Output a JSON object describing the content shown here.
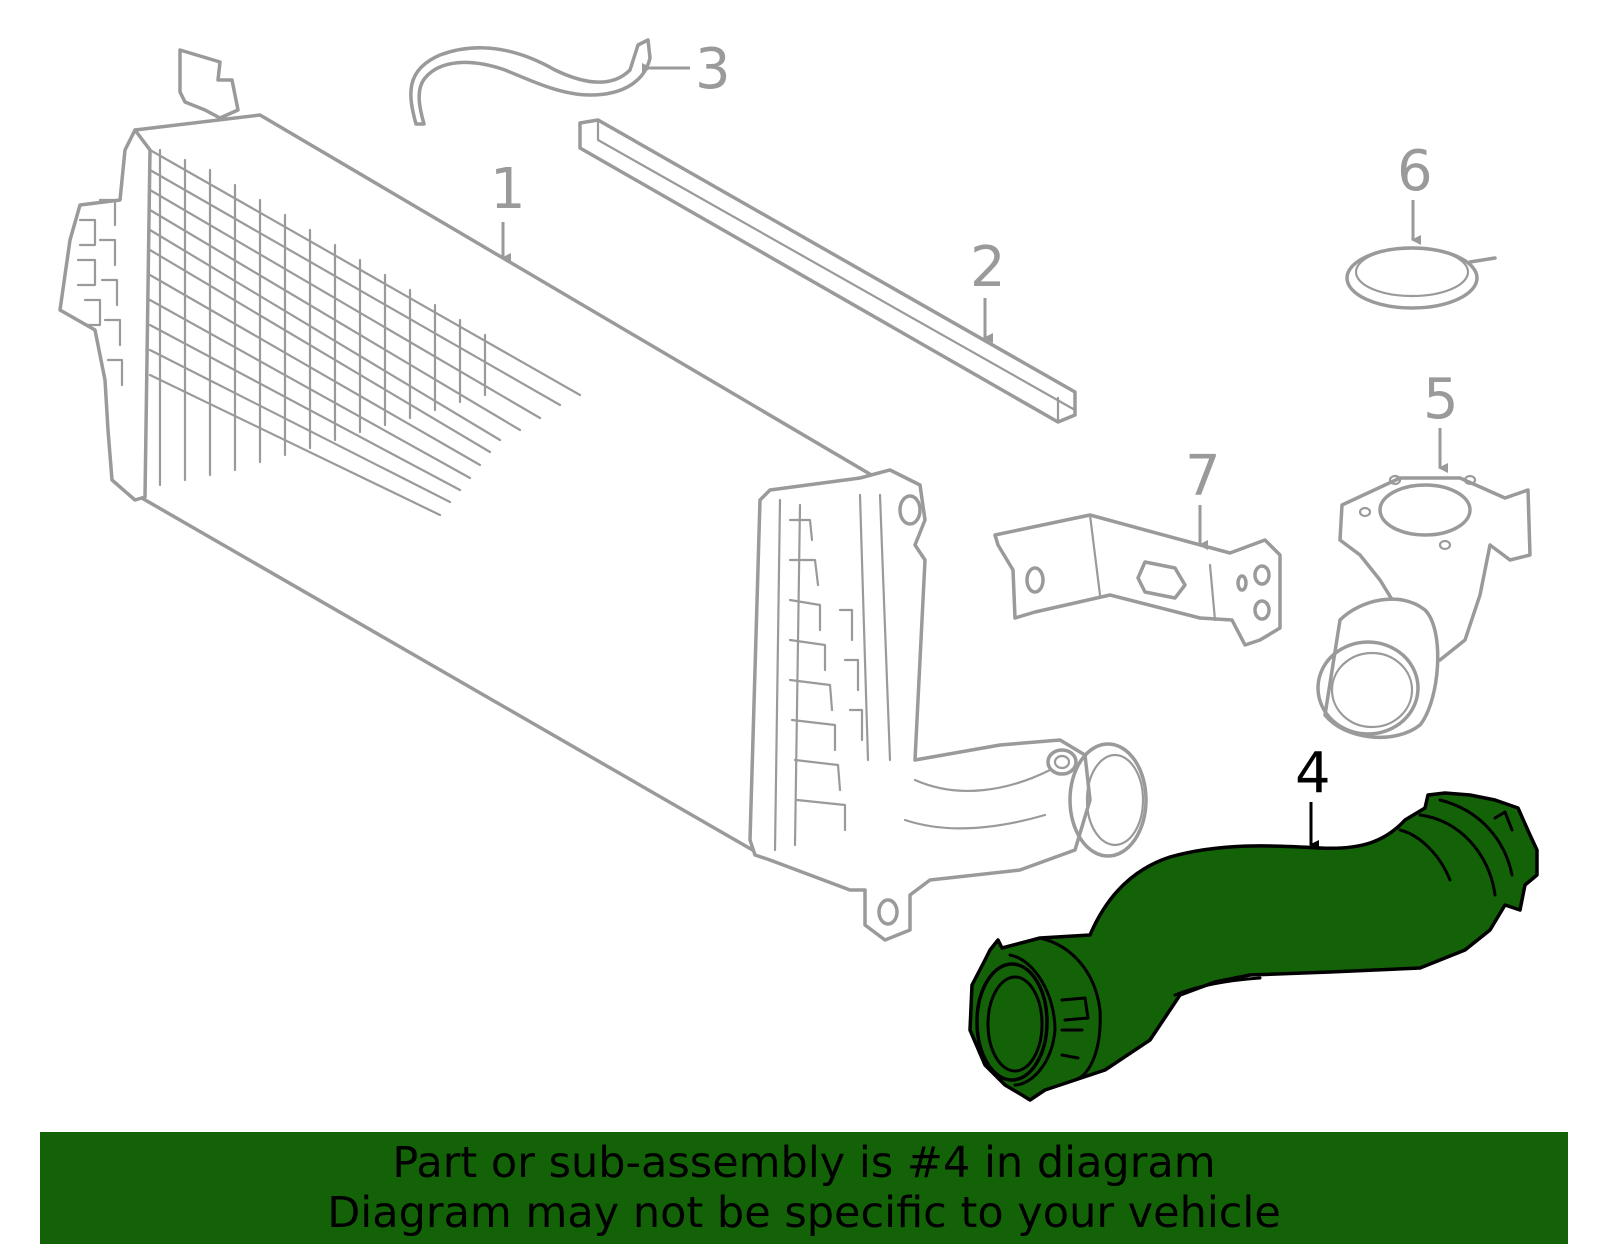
{
  "callouts": {
    "c1": "1",
    "c2": "2",
    "c3": "3",
    "c4": "4",
    "c5": "5",
    "c6": "6",
    "c7": "7"
  },
  "banner": {
    "line1": "Part or sub-assembly is #4 in diagram",
    "line2": "Diagram may not be specific to your vehicle"
  },
  "colors": {
    "highlight": "#136207",
    "inactive_parts": "#9a9a9a",
    "active_label": "#000000"
  }
}
